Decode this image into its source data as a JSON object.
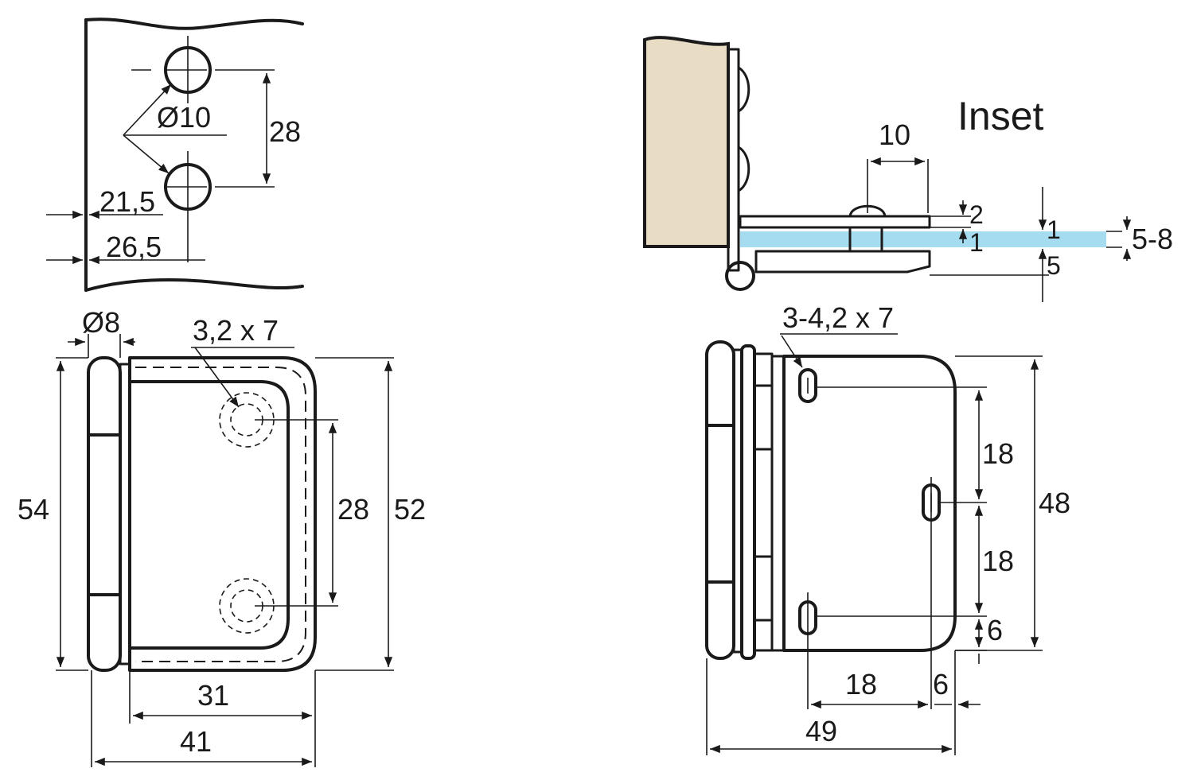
{
  "colors": {
    "ink": "#1a1a1a",
    "wall": "#e8dcc4",
    "glass": "#a6dcf0"
  },
  "top_left": {
    "hole_diameter": "Ø10",
    "hole_spacing": "28",
    "offset_near": "21,5",
    "offset_far": "26,5"
  },
  "top_right": {
    "title": "Inset",
    "knuckle_width": "10",
    "dim_plate": "2",
    "dim_gap": "1",
    "dim_glass_gap": "1",
    "dim_bottom": "5",
    "glass_thickness": "5-8"
  },
  "bottom_left": {
    "pin_diameter": "Ø8",
    "slot_size": "3,2 x 7",
    "height_total": "54",
    "height_plate": "52",
    "hole_spacing": "28",
    "width_inner": "31",
    "width_total": "41"
  },
  "bottom_right": {
    "slot_size": "3-4,2 x 7",
    "spacing_upper": "18",
    "spacing_lower": "18",
    "bottom_offset": "6",
    "height_total": "48",
    "horizontal_spacing": "18",
    "edge_offset": "6",
    "width_total": "49"
  }
}
